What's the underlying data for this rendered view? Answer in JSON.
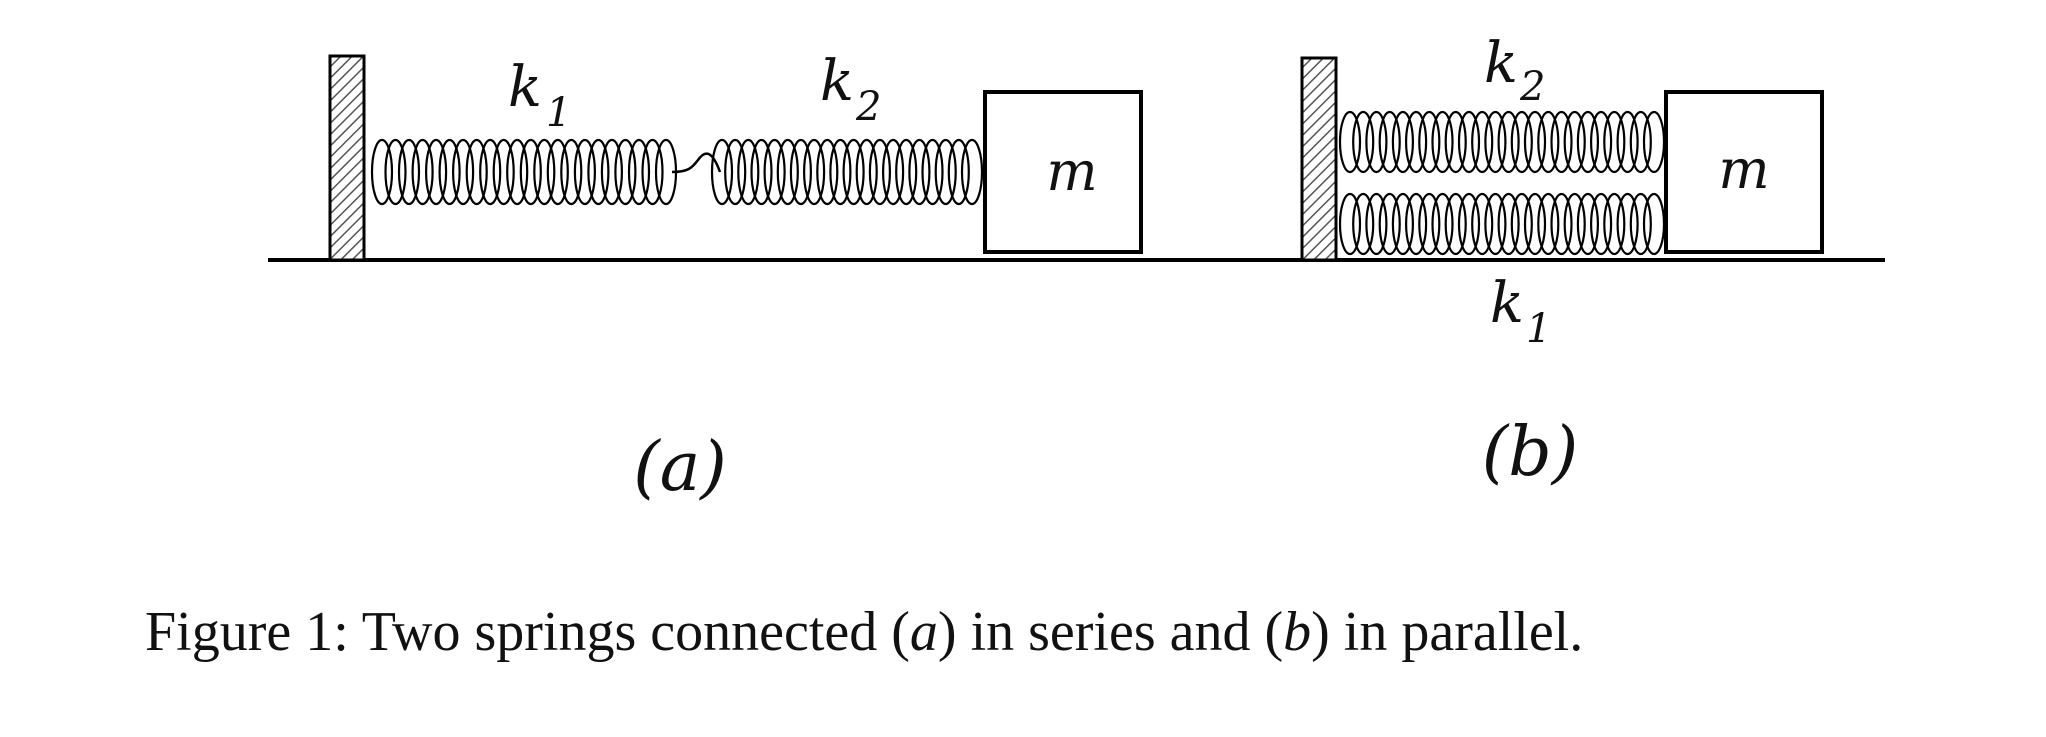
{
  "panel_a": {
    "spring1": {
      "k": "k",
      "sub": "1"
    },
    "spring2": {
      "k": "k",
      "sub": "2"
    },
    "mass": "m",
    "label": "(a)"
  },
  "panel_b": {
    "spring_top": {
      "k": "k",
      "sub": "2"
    },
    "spring_bottom": {
      "k": "k",
      "sub": "1"
    },
    "mass": "m",
    "label": "(b)"
  },
  "caption": {
    "prefix": "Figure 1:",
    "t1": " Two springs connected (",
    "a": "a",
    "t2": ") in series and (",
    "b": "b",
    "t3": ") in parallel."
  }
}
